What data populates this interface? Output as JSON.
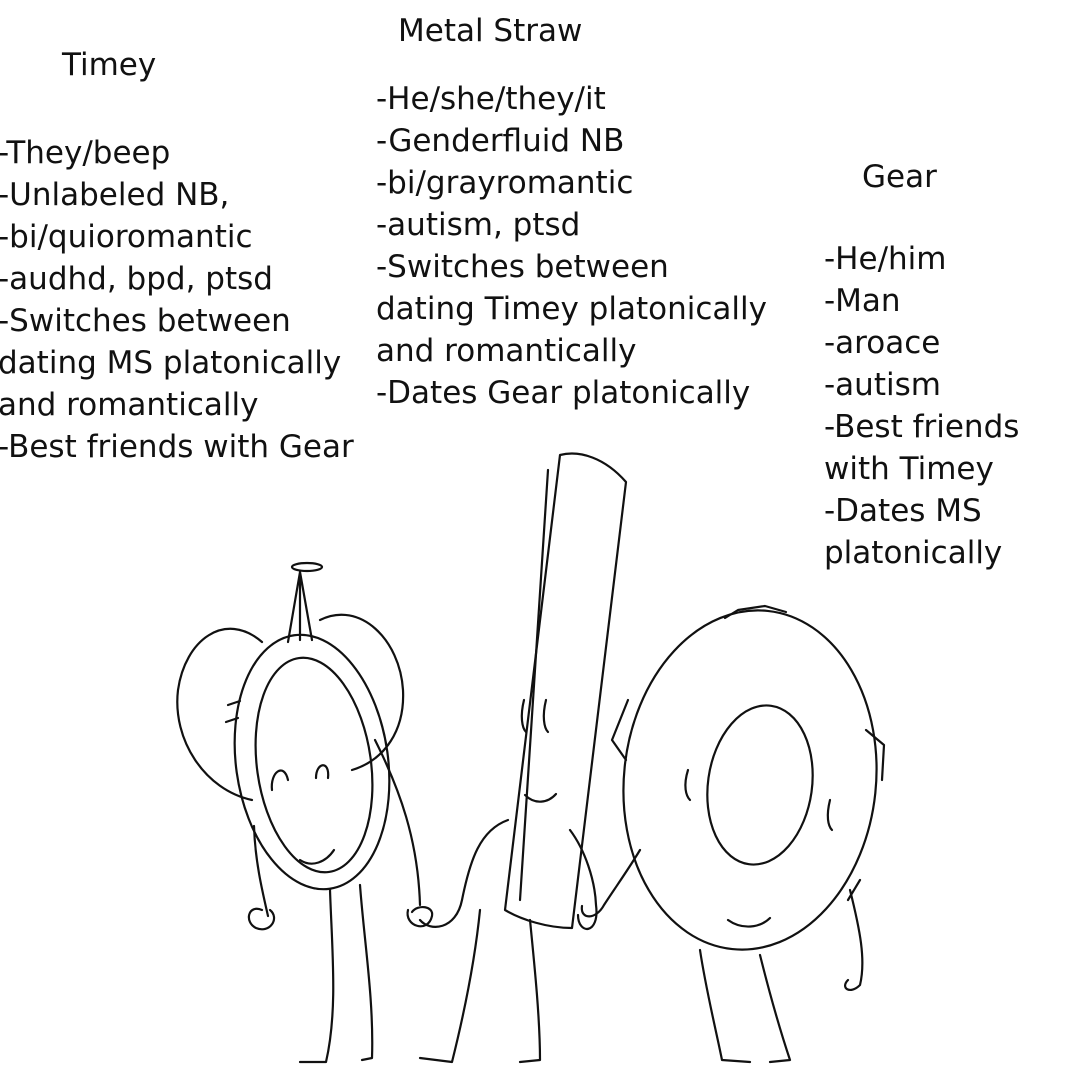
{
  "characters": {
    "timey": {
      "name": "Timey",
      "traits": [
        "-They/beep",
        "-Unlabeled NB,",
        "-bi/quioromantic",
        "-audhd, bpd, ptsd",
        "-Switches between",
        "dating MS platonically",
        "and romantically",
        "-Best friends with Gear"
      ]
    },
    "metal_straw": {
      "name": "Metal Straw",
      "traits": [
        "-He/she/they/it",
        "-Genderfluid NB",
        "-bi/grayromantic",
        "-autism, ptsd",
        "-Switches between",
        "dating Timey platonically",
        "and romantically",
        "-Dates Gear platonically"
      ]
    },
    "gear": {
      "name": "Gear",
      "traits": [
        "-He/him",
        "-Man",
        "-aroace",
        "-autism",
        "-Best friends",
        "with Timey",
        "-Dates MS",
        "platonically"
      ]
    }
  },
  "colors": {
    "background": "#ffffff",
    "ink": "#111111"
  }
}
